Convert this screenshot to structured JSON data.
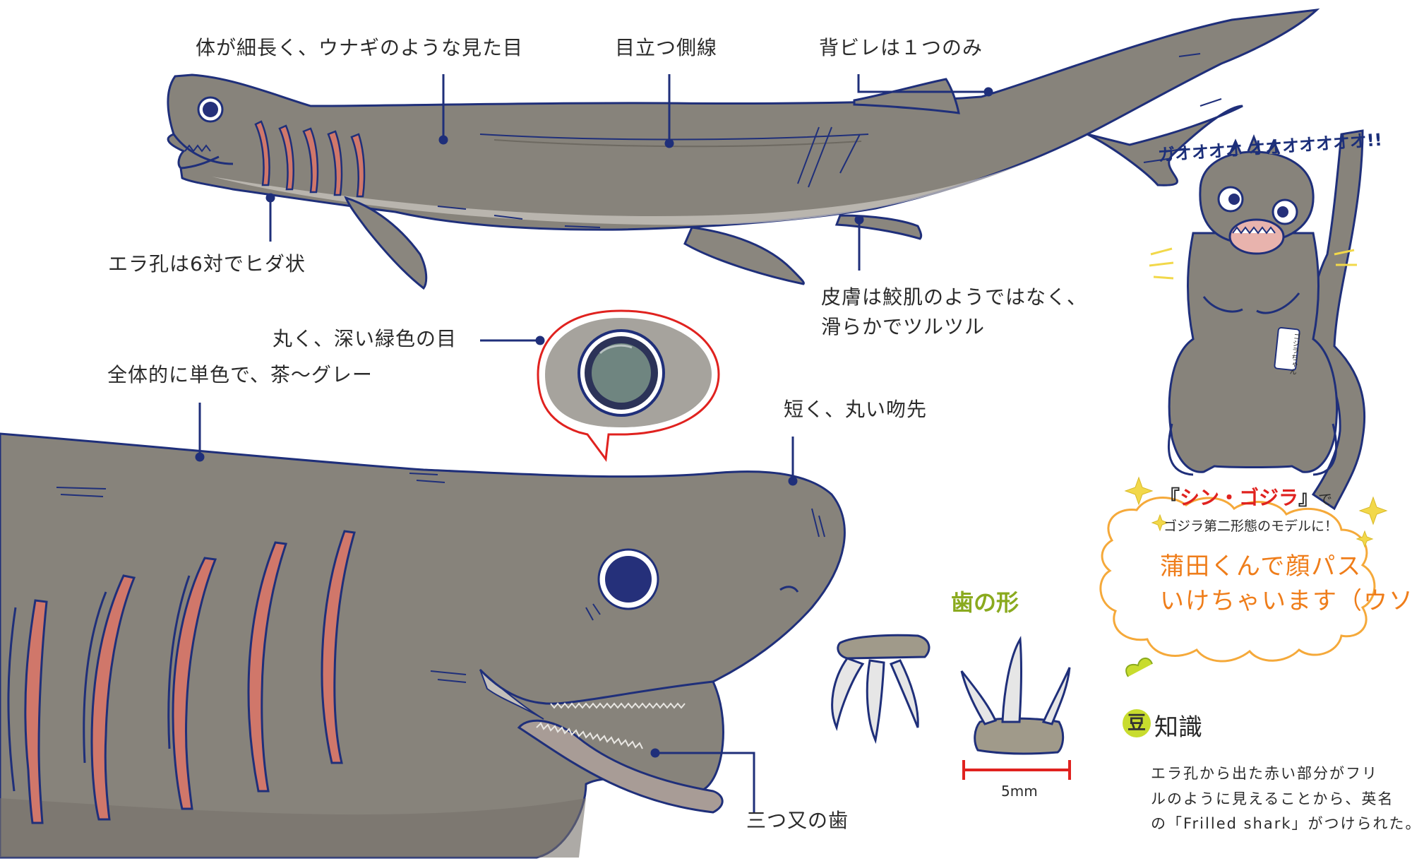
{
  "labels": {
    "slender_body": "体が細長く、ウナギのような見た目",
    "lateral_line": "目立つ側線",
    "dorsal_fin": "背ビレは１つのみ",
    "gill_slits": "エラ孔は6対でヒダ状",
    "skin_line1": "皮膚は鮫肌のようではなく、",
    "skin_line2": "滑らかでツルツル",
    "eye": "丸く、深い緑色の目",
    "color": "全体的に単色で、茶〜グレー",
    "snout": "短く、丸い吻先",
    "teeth": "三つ又の歯"
  },
  "tooth_panel": {
    "title": "歯の形",
    "scale": "5mm"
  },
  "godzilla": {
    "roar": "ガオオオオ オオオオオオオ!!",
    "badge_text": "ゴジラちゃん",
    "ref_prefix": "『",
    "ref_title": "シン・ゴジラ",
    "ref_suffix": "』",
    "ref_de": "で",
    "ref_line2": "ゴジラ第二形態のモデルに！",
    "joke_line1": "蒲田くんで顔パス",
    "joke_line2": "いけちゃいます（ウソ）"
  },
  "trivia": {
    "badge": "豆",
    "title": "知識",
    "line1": "エラ孔から出た赤い部分がフリ",
    "line2": "ルのように見えることから、英名",
    "line3": "の「Frilled shark」がつけられた。"
  },
  "colors": {
    "skin": "#87837b",
    "skin_dark": "#6d6961",
    "line": "#1f2f7a",
    "gill": "#d0776a",
    "eye": "#25307a",
    "green": "#8aaa1e",
    "orange": "#ef9a2a",
    "red": "#e0221f"
  }
}
